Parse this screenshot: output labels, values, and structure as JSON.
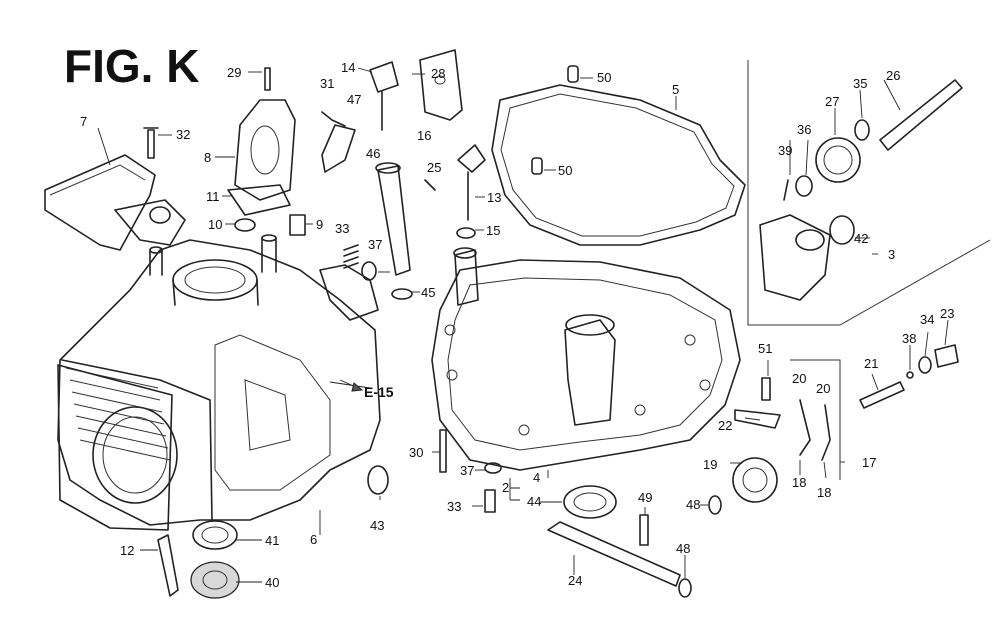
{
  "figure": {
    "title": "FIG. K",
    "reference": "E-15"
  },
  "callouts": [
    {
      "id": "c29",
      "text": "29"
    },
    {
      "id": "c14",
      "text": "14"
    },
    {
      "id": "c28",
      "text": "28"
    },
    {
      "id": "c50a",
      "text": "50"
    },
    {
      "id": "c5",
      "text": "5"
    },
    {
      "id": "c26",
      "text": "26"
    },
    {
      "id": "c31",
      "text": "31"
    },
    {
      "id": "c47",
      "text": "47"
    },
    {
      "id": "c27",
      "text": "27"
    },
    {
      "id": "c35",
      "text": "35"
    },
    {
      "id": "c7",
      "text": "7"
    },
    {
      "id": "c32",
      "text": "32"
    },
    {
      "id": "c16",
      "text": "16"
    },
    {
      "id": "c36",
      "text": "36"
    },
    {
      "id": "c8a",
      "text": "8"
    },
    {
      "id": "c46",
      "text": "46"
    },
    {
      "id": "c25",
      "text": "25"
    },
    {
      "id": "c39",
      "text": "39"
    },
    {
      "id": "c50b",
      "text": "50"
    },
    {
      "id": "c11",
      "text": "11"
    },
    {
      "id": "c13",
      "text": "13"
    },
    {
      "id": "c10",
      "text": "10"
    },
    {
      "id": "c9",
      "text": "9"
    },
    {
      "id": "c33a",
      "text": "33"
    },
    {
      "id": "c15",
      "text": "15"
    },
    {
      "id": "c42",
      "text": "42"
    },
    {
      "id": "c3",
      "text": "3"
    },
    {
      "id": "c37a",
      "text": "37"
    },
    {
      "id": "c45",
      "text": "45"
    },
    {
      "id": "c34",
      "text": "34"
    },
    {
      "id": "c23",
      "text": "23"
    },
    {
      "id": "c38",
      "text": "38"
    },
    {
      "id": "c51",
      "text": "51"
    },
    {
      "id": "c21",
      "text": "21"
    },
    {
      "id": "c20a",
      "text": "20"
    },
    {
      "id": "c20b",
      "text": "20"
    },
    {
      "id": "c22",
      "text": "22"
    },
    {
      "id": "c30",
      "text": "30"
    },
    {
      "id": "c37b",
      "text": "37"
    },
    {
      "id": "c17",
      "text": "17"
    },
    {
      "id": "c19",
      "text": "19"
    },
    {
      "id": "c4",
      "text": "4"
    },
    {
      "id": "c2",
      "text": "2"
    },
    {
      "id": "c18a",
      "text": "18"
    },
    {
      "id": "c18b",
      "text": "18"
    },
    {
      "id": "c33b",
      "text": "33"
    },
    {
      "id": "c44",
      "text": "44"
    },
    {
      "id": "c49",
      "text": "49"
    },
    {
      "id": "c48a",
      "text": "48"
    },
    {
      "id": "c43",
      "text": "43"
    },
    {
      "id": "c6",
      "text": "6"
    },
    {
      "id": "c12",
      "text": "12"
    },
    {
      "id": "c41",
      "text": "41"
    },
    {
      "id": "c48b",
      "text": "48"
    },
    {
      "id": "c24",
      "text": "24"
    },
    {
      "id": "c40",
      "text": "40"
    }
  ]
}
